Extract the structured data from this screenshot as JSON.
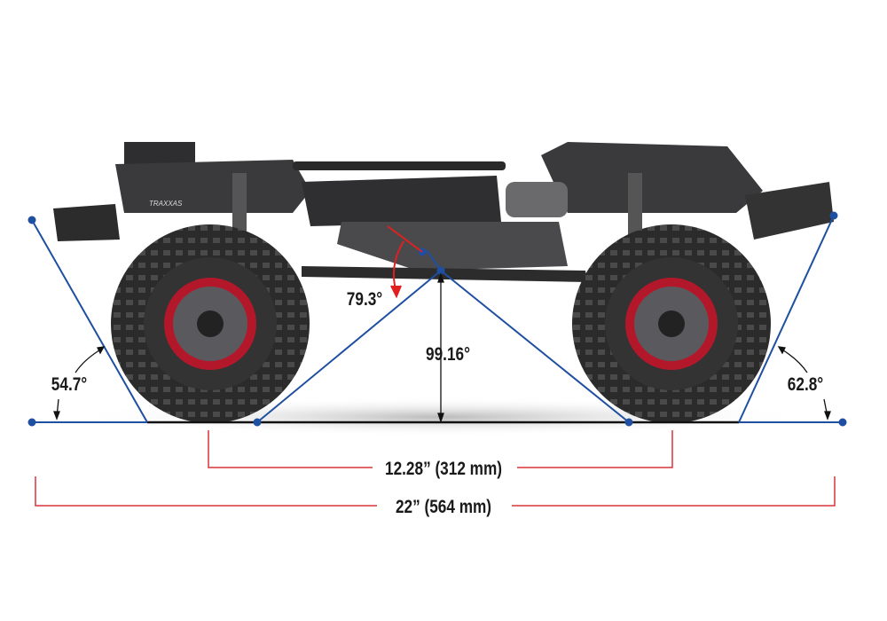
{
  "logo": "TRAXXAS",
  "measurements": {
    "approach_angle": "54.7°",
    "departure_angle": "62.8°",
    "breakover_angle": "79.3°",
    "breakover_apex_angle": "99.16°",
    "wheelbase": "12.28” (312 mm)",
    "overall_length": "22” (564 mm)"
  },
  "colors": {
    "angle_lines": "#1f4fa0",
    "dimension_lines": "#d8353a",
    "breakover_arrow": "#e02020",
    "rim": "#b3182a",
    "tire": "#2a2a2a",
    "chassis": "#3a3a3c"
  }
}
